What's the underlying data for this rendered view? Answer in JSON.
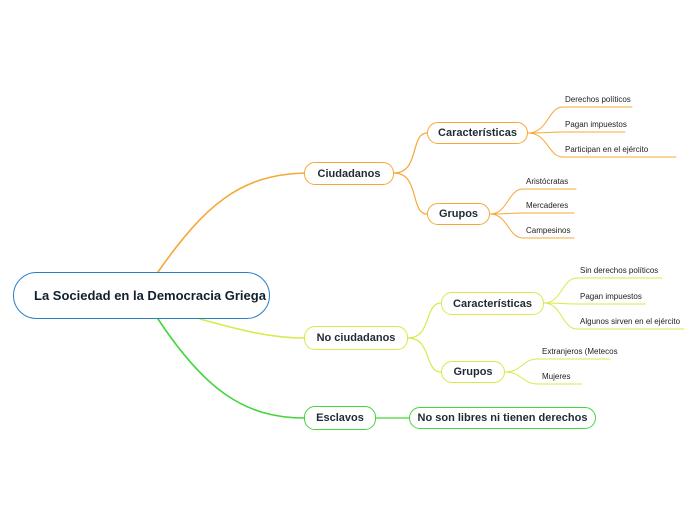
{
  "colors": {
    "root_border": "#2a7fc4",
    "orange": "#f6a837",
    "yellow": "#d9e94a",
    "green": "#43d63c"
  },
  "root": {
    "label": "La Sociedad en la Democracia Griega"
  },
  "ciudadanos": {
    "label": "Ciudadanos",
    "caracteristicas": {
      "label": "Características",
      "items": [
        "Derechos políticos",
        "Pagan impuestos",
        "Participan en el ejército"
      ]
    },
    "grupos": {
      "label": "Grupos",
      "items": [
        "Aristócratas",
        "Mercaderes",
        "Campesinos"
      ]
    }
  },
  "no_ciudadanos": {
    "label": "No ciudadanos",
    "caracteristicas": {
      "label": "Características",
      "items": [
        "Sin derechos políticos",
        "Pagan impuestos",
        "Algunos sirven en el ejército"
      ]
    },
    "grupos": {
      "label": "Grupos",
      "items": [
        "Extranjeros (Metecos",
        "Mujeres"
      ]
    }
  },
  "esclavos": {
    "label": "Esclavos",
    "detail": "No son libres ni tienen derechos"
  }
}
